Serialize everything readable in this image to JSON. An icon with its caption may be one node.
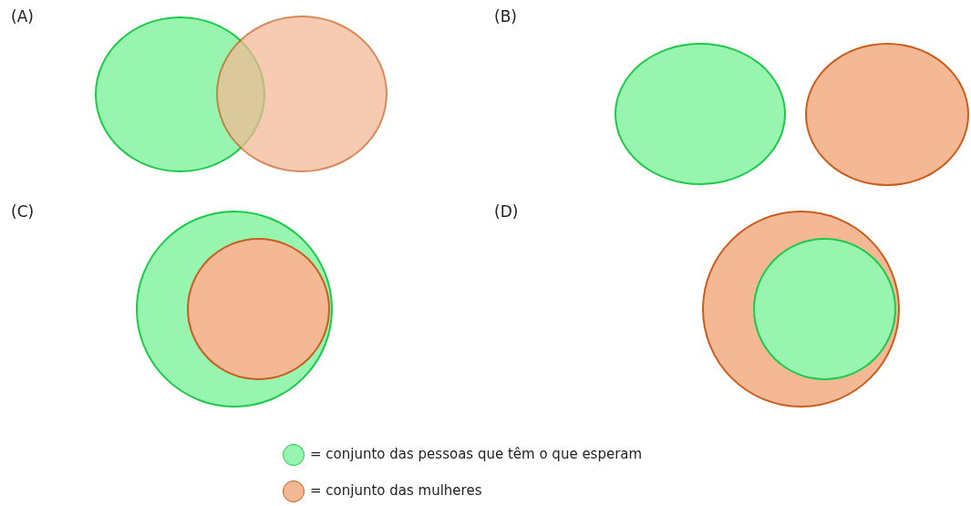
{
  "diagram": {
    "nodes": [
      {
        "text": [],
        "shape": "circle"
      },
      {
        "text": [],
        "shape": "circle"
      },
      {
        "text": [],
        "shape": "circle"
      },
      {
        "text": [],
        "shape": "circle"
      },
      {
        "text": [],
        "shape": "circle"
      },
      {
        "text": [],
        "shape": "circle",
        "in": 4
      },
      {
        "text": [],
        "shape": "circle"
      },
      {
        "text": [],
        "shape": "circle",
        "in": 6
      }
    ],
    "labels": [
      "(A)",
      "(B)",
      "(C)",
      "(D)"
    ],
    "legend": [
      {
        "text": "= conjunto das pessoas que têm o que esperam",
        "color": "#98f5b0"
      },
      {
        "text": "= conjunto das mulheres",
        "color": "#f5b894"
      }
    ]
  }
}
